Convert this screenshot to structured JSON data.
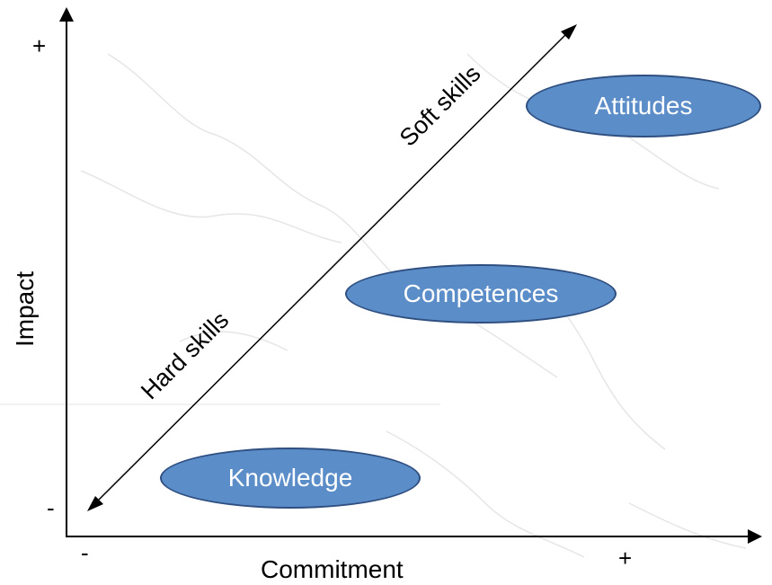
{
  "axes": {
    "x_title": "Commitment",
    "y_title": "Impact",
    "x_min_sign": "-",
    "x_max_sign": "+",
    "y_min_sign": "-",
    "y_max_sign": "+"
  },
  "diagonal": {
    "lower_label": "Hard skills",
    "upper_label": "Soft skills"
  },
  "nodes": [
    {
      "label": "Knowledge"
    },
    {
      "label": "Competences"
    },
    {
      "label": "Attitudes"
    }
  ],
  "colors": {
    "ellipse_fill": "#5b8dc8",
    "ellipse_border": "#2f4f80",
    "ellipse_text": "#ffffff",
    "axis": "#000000",
    "background_map": "#eeeeee"
  }
}
